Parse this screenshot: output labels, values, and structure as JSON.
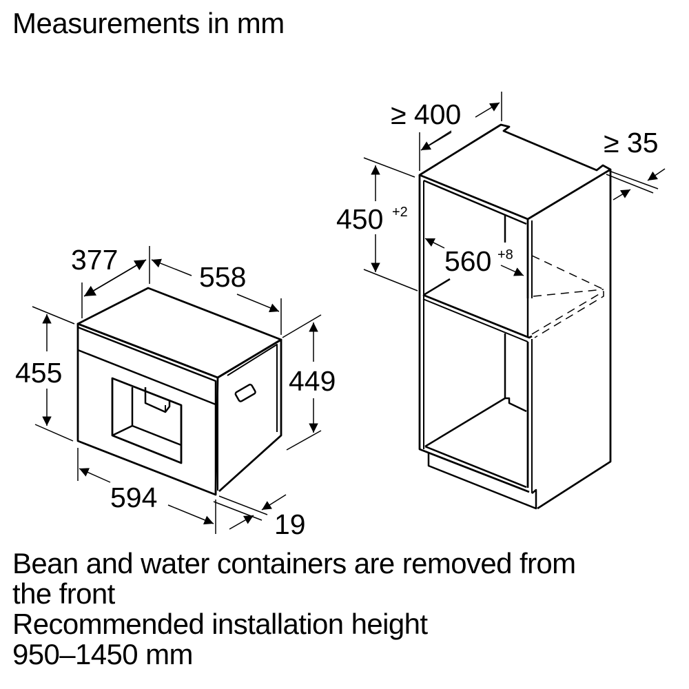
{
  "title": "Measurements in mm",
  "appliance_dimensions": {
    "depth_front": "377",
    "depth_body": "558",
    "height_total": "455",
    "height_body": "449",
    "width_front": "594",
    "front_thickness": "19"
  },
  "niche_dimensions": {
    "depth_min": "≥ 400",
    "rear_gap_min": "≥ 35",
    "height": "450",
    "height_tolerance": "+2",
    "width": "560",
    "width_tolerance": "+8"
  },
  "notes": [
    "Bean and water containers are removed from",
    "the front",
    "Recommended installation height",
    "950–1450 mm"
  ],
  "colors": {
    "line": "#000000",
    "background": "#ffffff"
  }
}
